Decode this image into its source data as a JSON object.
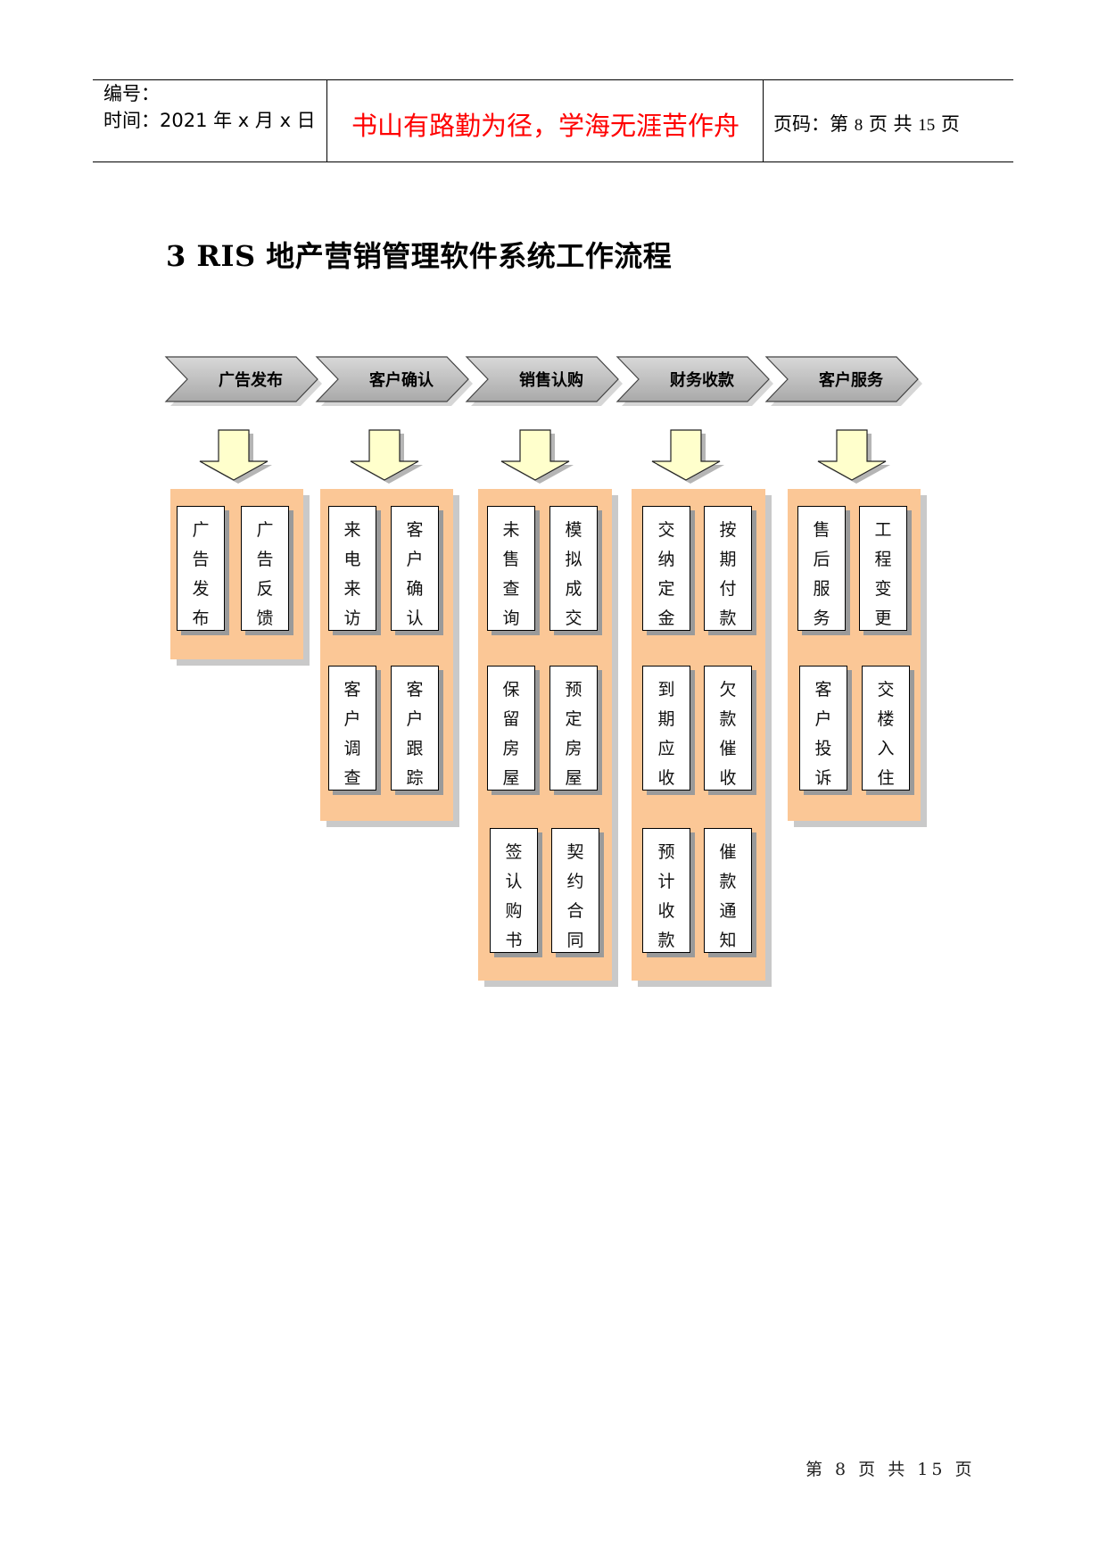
{
  "header": {
    "number_label": "编号：",
    "time_label": "时间：2021 年 x 月 x 日",
    "motto": "书山有路勤为径，学海无涯苦作舟",
    "page_prefix": "页码：第 ",
    "page_num": "8",
    "page_mid": " 页  共 ",
    "page_total": "15",
    "page_suffix": " 页"
  },
  "section_heading": "3   RIS 地产营销管理软件系统工作流程",
  "flow": {
    "stages": [
      {
        "label": "广告发布",
        "boxes": [
          "广告发布",
          "广告反馈"
        ]
      },
      {
        "label": "客户确认",
        "boxes": [
          "来电来访",
          "客户确认",
          "客户调查",
          "客户跟踪"
        ]
      },
      {
        "label": "销售认购",
        "boxes": [
          "未售查询",
          "模拟成交",
          "保留房屋",
          "预定房屋",
          "签认购书",
          "契约合同"
        ]
      },
      {
        "label": "财务收款",
        "boxes": [
          "交纳定金",
          "按期付款",
          "到期应收",
          "欠款催收",
          "预计收款",
          "催款通知"
        ]
      },
      {
        "label": "客户服务",
        "boxes": [
          "售后服务",
          "工程变更",
          "客户投诉",
          "交楼入住"
        ]
      }
    ]
  },
  "footer": "第 8 页 共 15 页",
  "colors": {
    "motto": "#ff0000",
    "panel": "#fbc796",
    "chevron": "#c0c0c0",
    "arrow": "#ffffcc"
  }
}
